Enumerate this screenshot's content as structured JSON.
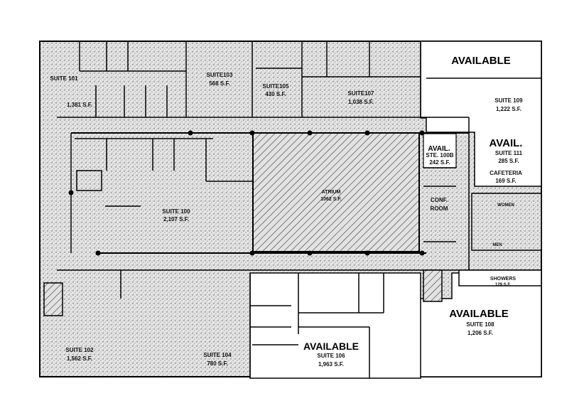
{
  "suites": {
    "s101": {
      "name": "SUITE 101",
      "area": "1,381 S.F."
    },
    "s103": {
      "name": "SUITE103",
      "area": "568 S.F."
    },
    "s105": {
      "name": "SUITE105",
      "area": "430 S.F."
    },
    "s107": {
      "name": "SUITE107",
      "area": "1,038 S.F."
    },
    "s109": {
      "name": "SUITE 109",
      "area": "1,222 S.F."
    },
    "s111": {
      "name": "SUITE 111",
      "area": "285 S.F."
    },
    "s100b": {
      "name": "STE. 100B",
      "area": "242 S.F."
    },
    "cafeteria": {
      "name": "CAFETERIA",
      "area": "169 S.F."
    },
    "atrium": {
      "name": "ATRIUM",
      "area": "1062 S.F."
    },
    "conf": {
      "line1": "CONF.",
      "line2": "ROOM"
    },
    "s100": {
      "name": "SUITE 100",
      "area": "2,107 S.F."
    },
    "women": {
      "name": "WOMEN"
    },
    "men": {
      "name": "MEN"
    },
    "showers": {
      "name": "SHOWERS",
      "area": "129 S.F."
    },
    "s102": {
      "name": "SUITE 102",
      "area": "1,562 S.F."
    },
    "s104": {
      "name": "SUITE 104",
      "area": "780 S.F."
    },
    "s106": {
      "name": "SUITE 106",
      "area": "1,963 S.F."
    },
    "s108": {
      "name": "SUITE 108",
      "area": "1,206 S.F."
    }
  },
  "availability": {
    "top_right": "AVAILABLE",
    "s111": "AVAIL.",
    "s100b": "AVAIL.",
    "s106": "AVAILABLE",
    "s108": "AVAILABLE"
  },
  "colors": {
    "wall": "#000000",
    "occupied_fill": "#d9d9d9",
    "available_fill": "#ffffff",
    "atrium_hatch": "#555555"
  }
}
